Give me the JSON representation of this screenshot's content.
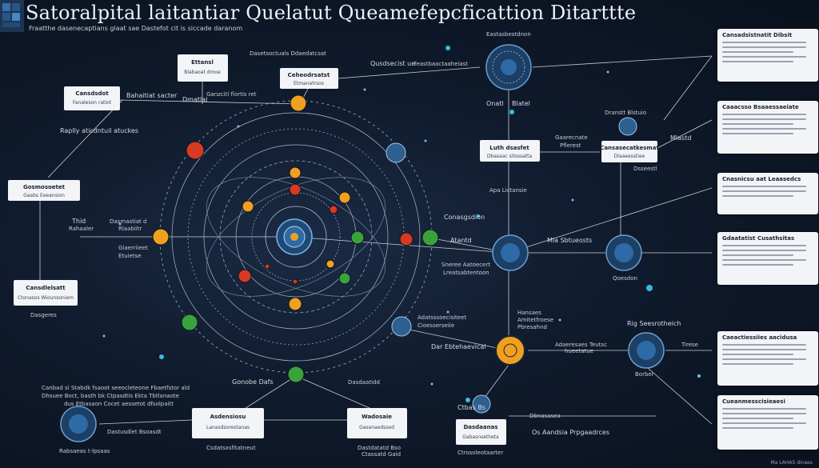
{
  "title": "Satoralpital laitantiar Quelatut Queamefepcficattion Ditarttte",
  "subtitle": "Fraatthe dasenecaptians glaat sae Dastefot cit is siccade daranom",
  "colors": {
    "background": "#0f1a2c",
    "line": "#c9cfd8",
    "ring": "#8fa3bb",
    "node_blue": "#2d5f8f",
    "node_orange": "#f0a020",
    "node_red": "#d63a22",
    "node_green": "#3aa23a",
    "box": "#f2f4f7",
    "accent_cyan": "#3fb7e8"
  },
  "boxes": {
    "b1": {
      "title": "Cansdsdot",
      "text": "Fanaleson ratiot"
    },
    "b2": {
      "title": "Ettansl",
      "text": "Blabaoat dmoe"
    },
    "b3": {
      "title": "Ceheodrsatst",
      "text": "Etmanatrsos"
    },
    "b4": {
      "title": "Gosmosoetet",
      "text": "Gaabs Eeeansion"
    },
    "b5": {
      "title": "Cansdlelsatt",
      "text": "Ctonasos Wiounsoniem"
    },
    "b6": {
      "title": "Luth dsasfet",
      "text": "Dbasaac sitsssatta"
    },
    "b7": {
      "title": "Cansasecatkesmat",
      "text": "Dlaaeesstiee"
    },
    "b8": {
      "title": "Asdensiosu",
      "text": "Lanasdsorestanas"
    },
    "b9": {
      "title": "Wadosaie",
      "text": "Gasanaedssed"
    },
    "b10": {
      "title": "Dasdaanas",
      "text": "Gabasnsetheta"
    }
  },
  "labels": {
    "l1": "Bahaitiat sacter",
    "l2": "Raplly aticdntuil atuckes",
    "l3": "Dmatlal",
    "l4": "Ganzcitl flortis ret",
    "l5": "Dasetsoctuals Ddaedatcsat",
    "l6": "Qusdsecist ue",
    "l7": "feastbaactaaheiast",
    "l8": "Eastasbestdnon",
    "l9": "Onatl",
    "l10": "Blatel",
    "l11": "Dranstt Blstuio",
    "l12": "Gaarecnate",
    "l13": "Pflerest",
    "l14": "Mlastd",
    "l15": "Dsseestl",
    "l16": "Thid",
    "l17": "Rahaaler",
    "l18": "Dasmastiat d",
    "l19": "Rlaabiitr",
    "l20": "Giaerriieet",
    "l21": "Etuietse",
    "l22": "Dasgeres",
    "l23": "Apa Lictansie",
    "l24": "Conasgsdion",
    "l25": "Atantd",
    "l26": "Mia Sbtueosts",
    "l27": "Sneree Aatoecert",
    "l28": "Lreatsabtentoon",
    "l29": "Qoesdon",
    "l30": "Hansaes",
    "l31": "Amitetfroese",
    "l32": "Pbresahnd",
    "l33": "Dar Ebtehaevical",
    "l34": "Adaeresaes Teutsc",
    "l35": "hueetatue",
    "l36": "Rig Seesrotheich",
    "l37": "Tirese",
    "l38": "Borber",
    "l39": "Canbad si Stabdk fsaoot seeocleteone Fbaetfstor ald",
    "l40": "Dhsuee Boct, basth bk Ctpasdtis Ekta Tbtlanaote",
    "l41": "dus Etbasaon Cocet aessetot dfsolpaitt",
    "l42": "Dastusdlet Bsoasdt",
    "l43": "Rabsaeas t-lpsaas",
    "l44": "Csdatsxsfitatneut",
    "l45": "Gonobe Dafs",
    "l46": "Dasdaatidd",
    "l47": "Dastdatatd Bso",
    "l48": "Ctassatd Gaid",
    "l49": "Ctbas Bs",
    "l50": "Adatsssoecisiteet",
    "l51": "Cioesserseiie",
    "l52": "Os Aandsia Prpgaadrces",
    "l53": "Dbnasasea",
    "l54": "Ctrosoleotaarter"
  },
  "cards": [
    {
      "title": "Cansadsistnatit Dibsit"
    },
    {
      "title": "Caaacsso Bsaaessaeiate"
    },
    {
      "title": "Cnasnicsu aat Leaasedcs"
    },
    {
      "title": "Gdaatatist Cusathsitas"
    },
    {
      "title": "Caeactiessiies aacidusa"
    },
    {
      "title": "Cueanmesscisieaesi"
    }
  ],
  "footer": "Ma LAHAS dinaes"
}
